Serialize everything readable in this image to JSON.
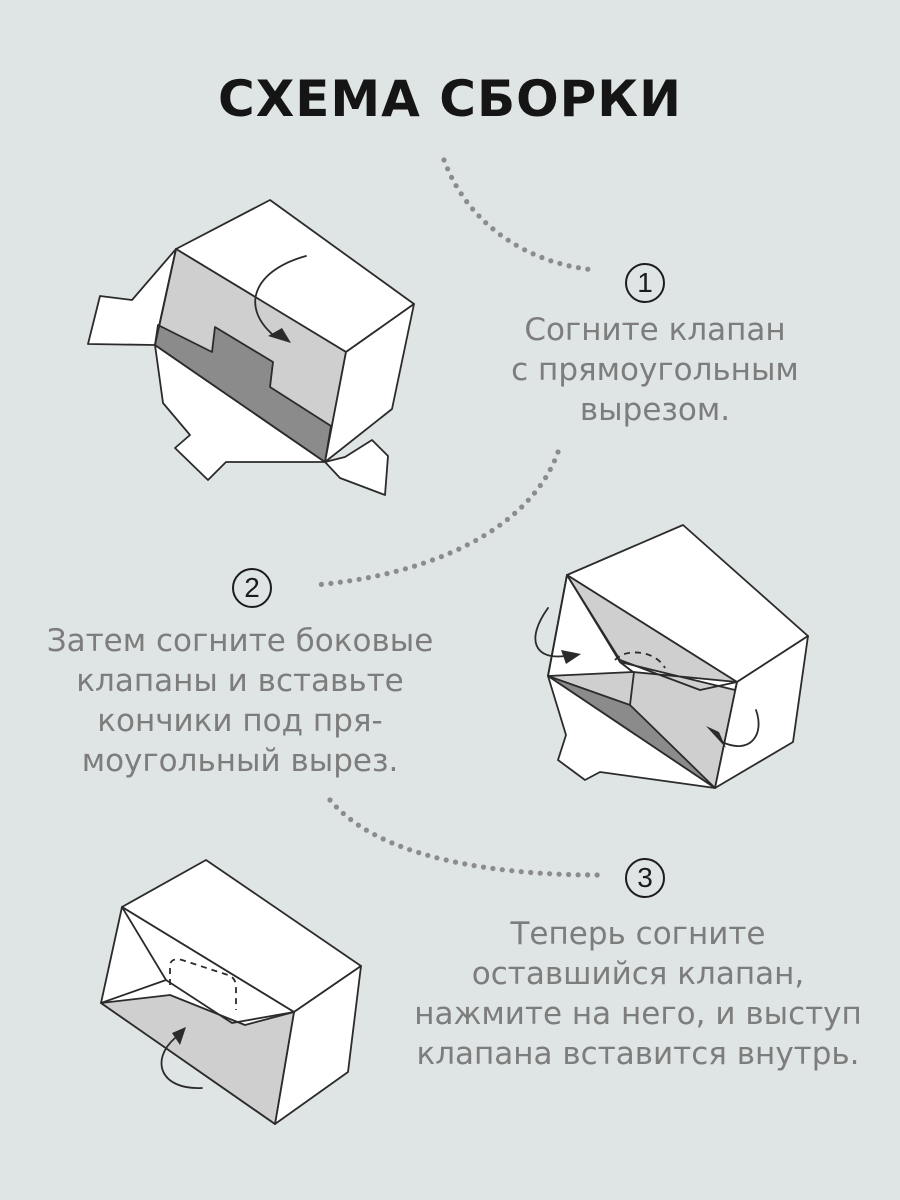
{
  "title": "СХЕМА СБОРКИ",
  "steps": [
    {
      "number": "1",
      "text": "Согните клапан\nс прямоугольным\nвырезом."
    },
    {
      "number": "2",
      "text": "Затем согните боковые\nклапаны и вставьте\nкончики под пря-\nмоугольный вырез."
    },
    {
      "number": "3",
      "text": "Теперь согните\nоставшийся клапан,\nнажмите на него, и выступ\nклапана вставится внутрь."
    }
  ],
  "colors": {
    "background": "#dfe4e4",
    "title": "#151515",
    "text": "#7d7d7d",
    "line": "#2b2b2b",
    "flap_light": "#cfcfcf",
    "flap_dark": "#8b8b8b"
  },
  "icons": [
    "box-step-1-diagram",
    "box-step-2-diagram",
    "box-step-3-diagram",
    "curved-arrow-icon",
    "dotted-path"
  ]
}
